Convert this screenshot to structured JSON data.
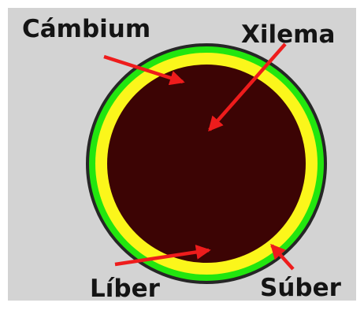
{
  "labels": {
    "cambium": "Cámbium",
    "xilema": "Xilema",
    "liber": "Líber",
    "suber": "Súber"
  },
  "colors": {
    "background": "#d3d3d3",
    "outline": "#262626",
    "suber_ring": "#22e60f",
    "liber_ring": "#fbf61b",
    "xilema_core": "#3c0404",
    "arrow": "#ee1c1c",
    "label_text": "#141414"
  }
}
